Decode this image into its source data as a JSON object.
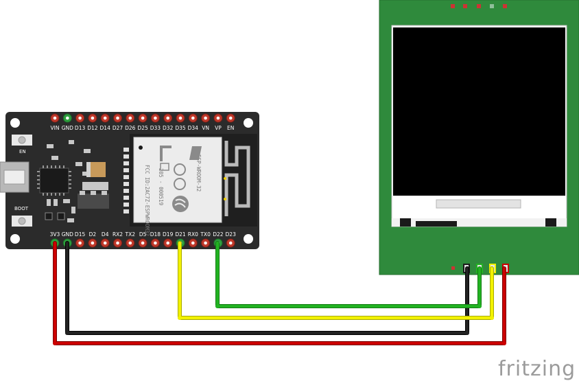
{
  "board": {
    "top_pins": [
      "VIN",
      "GND",
      "D13",
      "D12",
      "D14",
      "D27",
      "D26",
      "D25",
      "D33",
      "D32",
      "D35",
      "D34",
      "VN",
      "VP",
      "EN"
    ],
    "bottom_pins": [
      "3V3",
      "GND",
      "D15",
      "D2",
      "D4",
      "RX2",
      "TX2",
      "D5",
      "D18",
      "D19",
      "D21",
      "RX0",
      "TX0",
      "D22",
      "D23"
    ],
    "button_en": "EN",
    "button_boot": "BOOT",
    "module_text": [
      "ESP-WROOM-32",
      "FCC ID:2AC7Z-ESPWROOM32",
      "205 - 000519"
    ]
  },
  "wires": [
    {
      "from": "3V3",
      "color": "#cc0000",
      "name": "red"
    },
    {
      "from": "GND",
      "color": "#1a1a1a",
      "name": "black"
    },
    {
      "from": "D21",
      "color": "#f2f200",
      "name": "yellow"
    },
    {
      "from": "D22",
      "color": "#22b322",
      "name": "green"
    }
  ],
  "display": {
    "pcb_color": "#2f8a3c",
    "screen_color": "#000000"
  },
  "watermark": "fritzing"
}
